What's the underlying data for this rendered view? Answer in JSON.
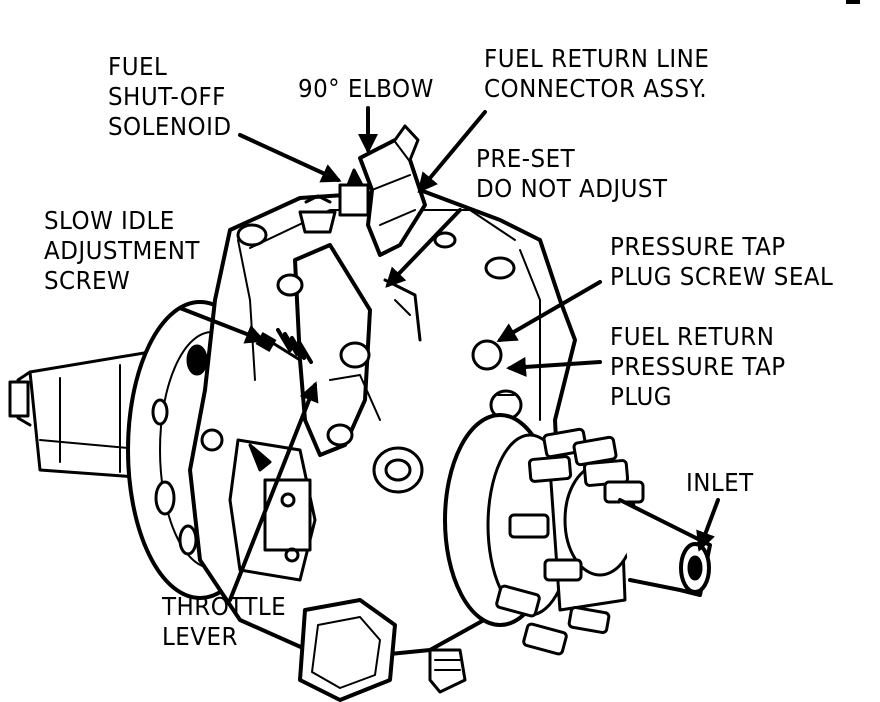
{
  "labels": {
    "fuel_shutoff_solenoid": [
      "FUEL",
      "SHUT-OFF",
      "SOLENOID"
    ],
    "elbow_90": "90° ELBOW",
    "fuel_return_line": [
      "FUEL RETURN LINE",
      "CONNECTOR ASSY."
    ],
    "preset": [
      "PRE-SET",
      "DO NOT ADJUST"
    ],
    "slow_idle": [
      "SLOW IDLE",
      "ADJUSTMENT",
      "SCREW"
    ],
    "pressure_tap_seal": [
      "PRESSURE TAP",
      "PLUG SCREW SEAL"
    ],
    "fuel_return_tap": [
      "FUEL RETURN",
      "PRESSURE TAP",
      "PLUG"
    ],
    "inlet": "INLET",
    "throttle_lever": [
      "THROTTLE",
      "LEVER"
    ]
  },
  "colors": {
    "ink": "#000000",
    "paper": "#ffffff"
  }
}
